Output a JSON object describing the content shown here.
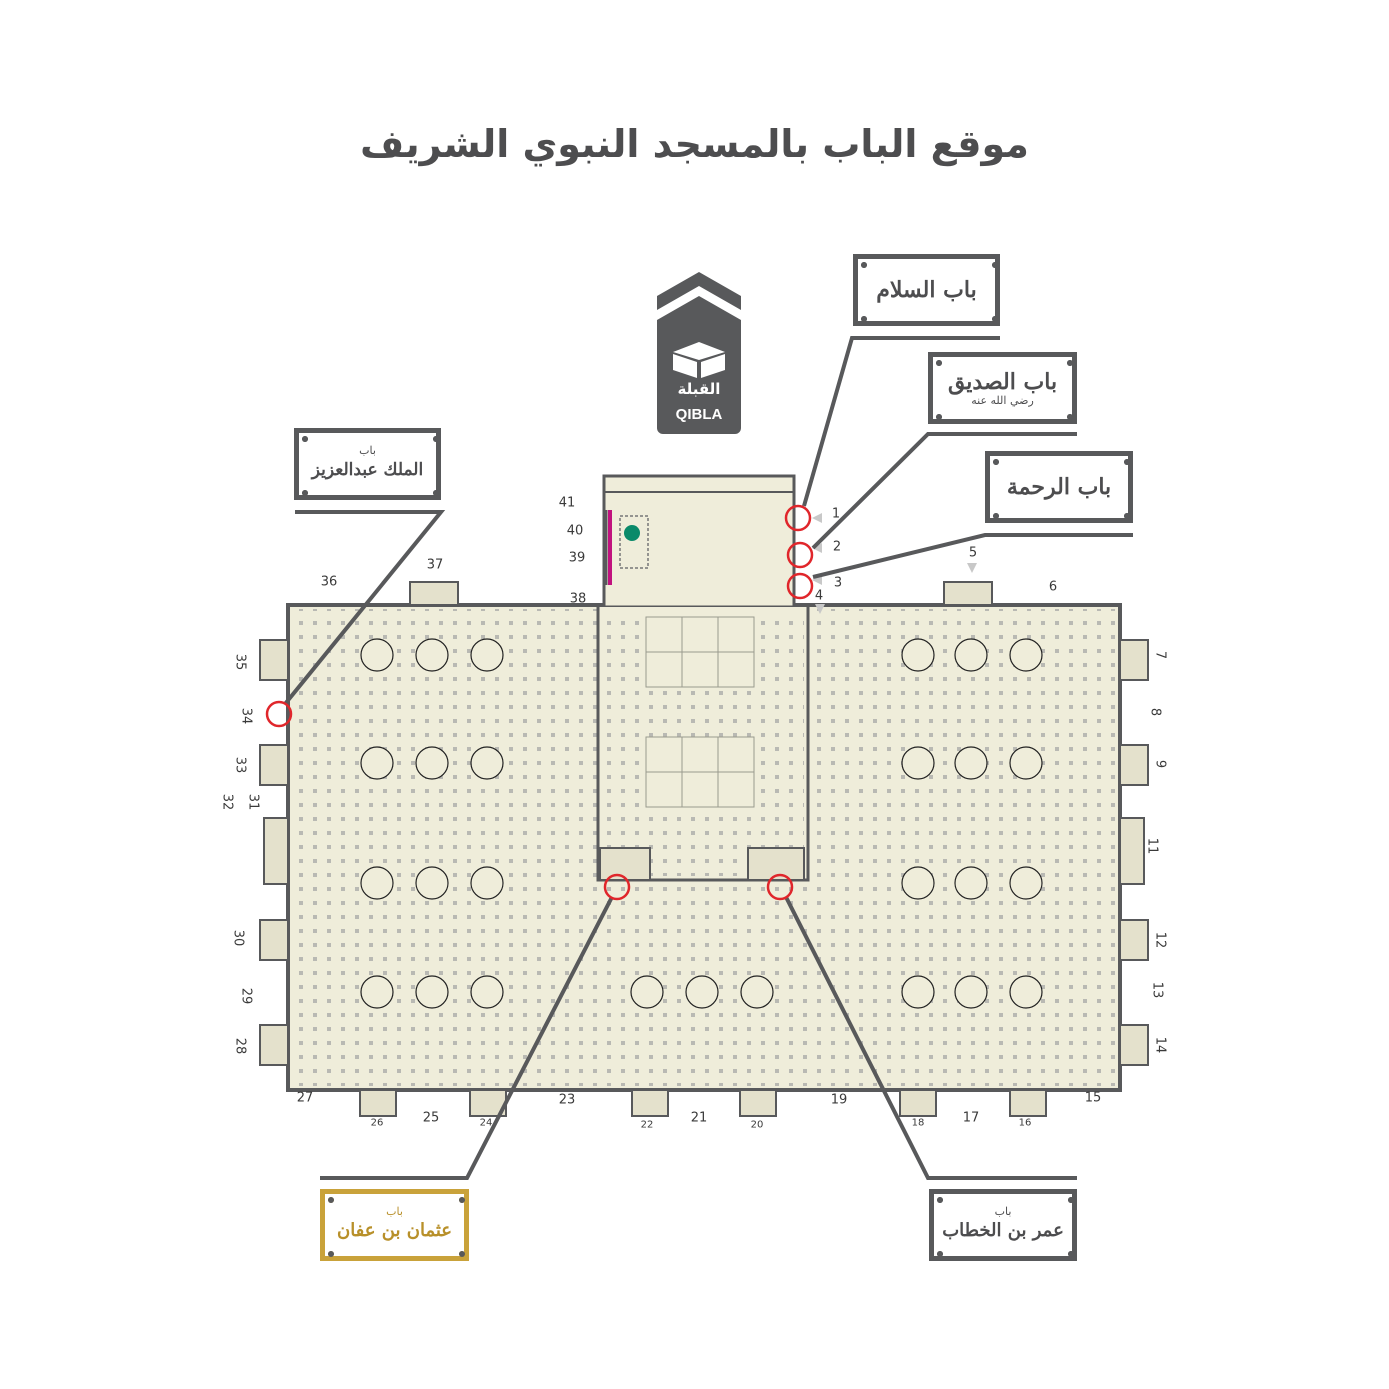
{
  "title": "موقع الباب بالمسجد النبوي الشريف",
  "qibla": {
    "label_ar": "القبلة",
    "label_en": "QIBLA"
  },
  "colors": {
    "floor": "#efedda",
    "wall": "#58595b",
    "highlight": "#e0262b",
    "accent_gold": "#c9a23a",
    "rawdah_dot": "#0a8a6a"
  },
  "plaques": {
    "salam": {
      "prefix": "باب",
      "name": "السلام"
    },
    "siddiq": {
      "prefix": "باب",
      "name": "الصديق",
      "honorific": "رضي الله عنه"
    },
    "rahma": {
      "prefix": "باب",
      "name": "الرحمة"
    },
    "abdulaziz": {
      "prefix": "باب",
      "name": "الملك عبدالعزيز"
    },
    "uthman": {
      "prefix": "باب",
      "name": "عثمان بن عفان"
    },
    "umar": {
      "prefix": "باب",
      "name": "عمر بن الخطاب"
    }
  },
  "door_numbers": [
    "1",
    "2",
    "3",
    "4",
    "5",
    "6",
    "7",
    "8",
    "9",
    "11",
    "12",
    "13",
    "14",
    "15",
    "16",
    "17",
    "18",
    "19",
    "20",
    "21",
    "22",
    "23",
    "24",
    "25",
    "26",
    "27",
    "28",
    "29",
    "30",
    "31",
    "32",
    "33",
    "34",
    "35",
    "36",
    "37",
    "38",
    "39",
    "40",
    "41"
  ]
}
